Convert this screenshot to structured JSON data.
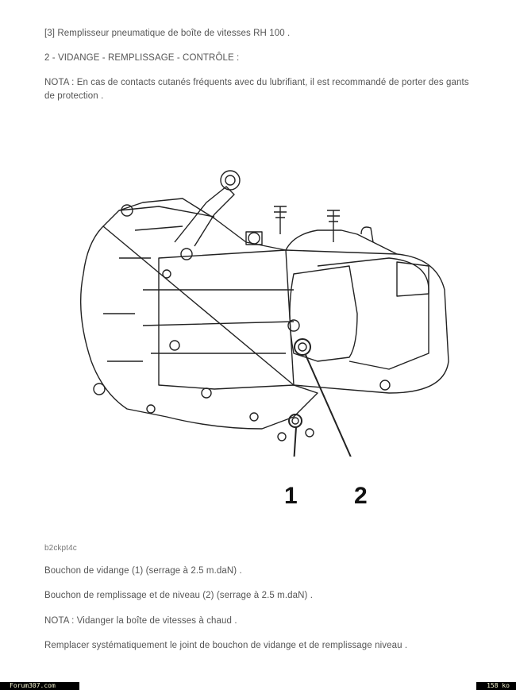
{
  "header": {
    "line1": "[3] Remplisseur pneumatique de boîte de vitesses RH 100 .",
    "section_title": "2 - VIDANGE - REMPLISSAGE - CONTRÔLE :",
    "nota1_line1": "NOTA : En cas de contacts cutanés fréquents avec du lubrifiant, il est recommandé de porter des gants",
    "nota1_line2": "de protection ."
  },
  "figure": {
    "label1": "1",
    "label2": "2",
    "reference": "b2ckpt4c"
  },
  "body": {
    "item1": "Bouchon de vidange (1) (serrage à 2.5 m.daN) .",
    "item2": "Bouchon de remplissage et de niveau (2) (serrage à 2.5 m.daN) .",
    "nota2": "NOTA : Vidanger la boîte de vitesses à chaud .",
    "replace": "Remplacer systématiquement le joint de bouchon de vidange et de remplissage niveau ."
  },
  "footer": {
    "site": "Forum307.com",
    "size": "158 ko"
  }
}
